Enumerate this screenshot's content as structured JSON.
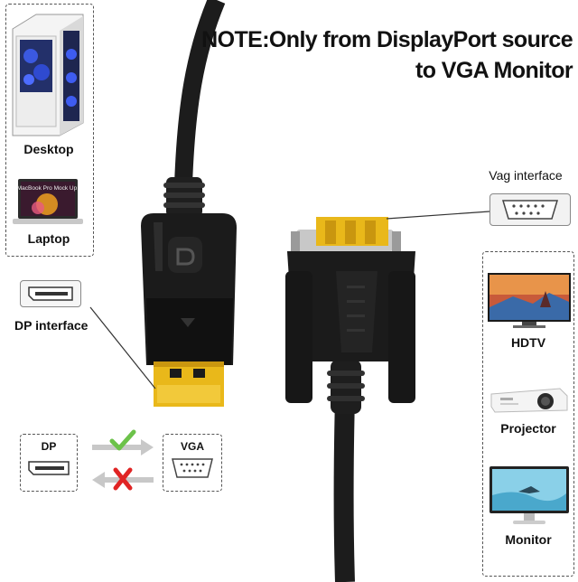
{
  "note": {
    "line1": "NOTE:Only from DisplayPort source",
    "line2": "to VGA Monitor"
  },
  "left_panel": {
    "desktop_label": "Desktop",
    "laptop_label": "Laptop",
    "laptop_screen_text": "MacBook Pro Mock Up"
  },
  "dp_interface_label": "DP interface",
  "vga_interface_label": "Vag interface",
  "direction": {
    "dp_label": "DP",
    "vga_label": "VGA",
    "allowed_icon": "check-arrow-icon",
    "blocked_icon": "cross-arrow-icon"
  },
  "right_panel": {
    "hdtv_label": "HDTV",
    "projector_label": "Projector",
    "monitor_label": "Monitor"
  },
  "colors": {
    "cable": "#1c1c1c",
    "gold": "#e9b81a",
    "check": "#6cc24a",
    "cross": "#e02424"
  }
}
